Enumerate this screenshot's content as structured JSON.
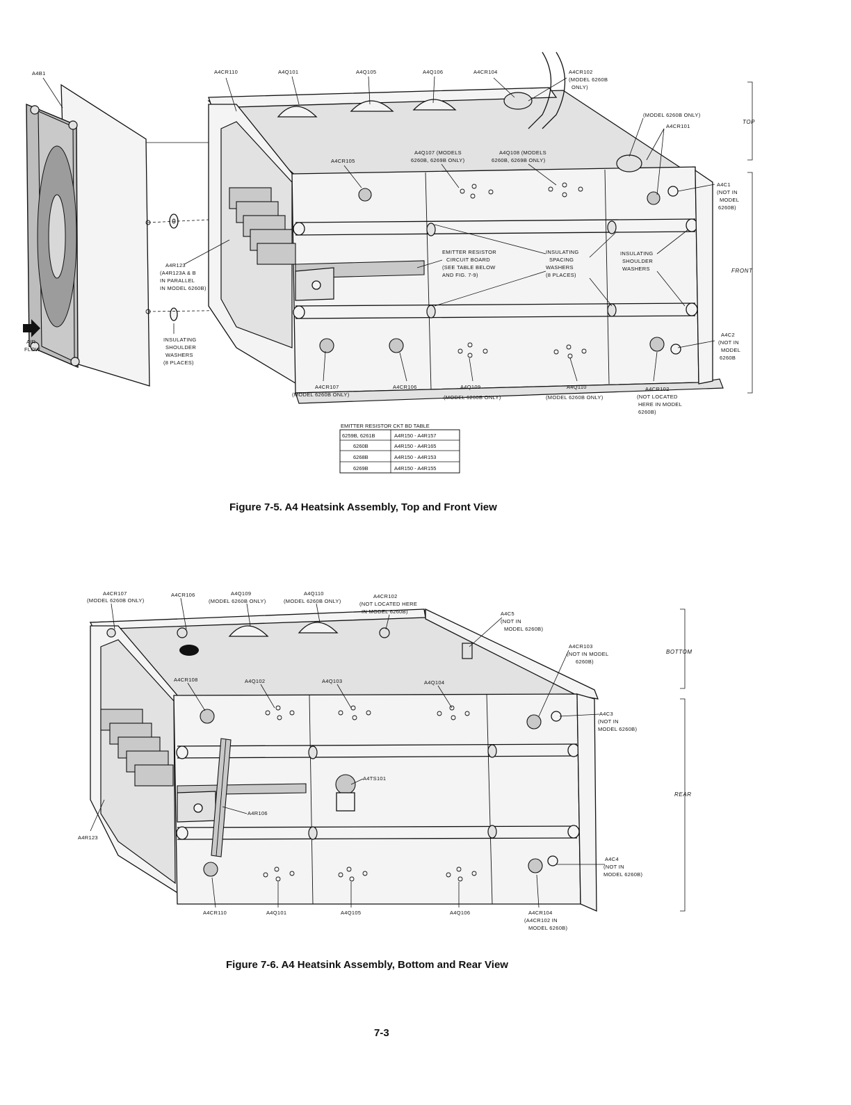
{
  "figure_5": {
    "caption": "Figure 7-5. A4 Heatsink Assembly, Top and Front View",
    "labels": {
      "a4b1": "A4B1",
      "a4cr110": "A4CR110",
      "a4q101": "A4Q101",
      "a4q105": "A4Q105",
      "a4q106": "A4Q106",
      "a4cr104": "A4CR104",
      "a4cr102_l1": "A4CR102",
      "a4cr102_l2": "(MODEL 6260B",
      "a4cr102_l3": "ONLY)",
      "model6260b_only": "(MODEL 6260B ONLY)",
      "a4cr101": "A4CR101",
      "a4q107_l1": "A4Q107 (MODELS",
      "a4q107_l2": "6260B, 6269B ONLY)",
      "a4q108_l1": "A4Q108 (MODELS",
      "a4q108_l2": "6260B, 6269B ONLY)",
      "a4cr105": "A4CR105",
      "a4c1_l1": "A4C1",
      "a4c1_l2": "(NOT IN",
      "a4c1_l3": "MODEL",
      "a4c1_l4": "6260B)",
      "emitter_l1": "EMITTER RESISTOR",
      "emitter_l2": "CIRCUIT BOARD",
      "emitter_l3": "(SEE TABLE BELOW",
      "emitter_l4": "AND FIG. 7-9)",
      "insul_spacing_l1": "INSULATING",
      "insul_spacing_l2": "SPACING",
      "insul_spacing_l3": "WASHERS",
      "insul_spacing_l4": "(8 PLACES)",
      "insul_shoulder_r_l1": "INSULATING",
      "insul_shoulder_r_l2": "SHOULDER",
      "insul_shoulder_r_l3": "WASHERS",
      "a4r123_l1": "A4R123",
      "a4r123_l2": "(A4R123A & B",
      "a4r123_l3": "IN PARALLEL",
      "a4r123_l4": "IN MODEL 6260B)",
      "airflow_l1": "AIR",
      "airflow_l2": "FLOW",
      "insul_shoulder_l_l1": "INSULATING",
      "insul_shoulder_l_l2": "SHOULDER",
      "insul_shoulder_l_l3": "WASHERS",
      "insul_shoulder_l_l4": "(8 PLACES)",
      "a4cr107_l1": "A4CR107",
      "a4cr107_l2": "(MODEL 6260B ONLY)",
      "a4cr106": "A4CR106",
      "a4q109_l1": "A4Q109",
      "a4q109_l2": "(MODEL 6260B ONLY)",
      "a4q110_l1": "A4Q110",
      "a4q110_l2": "(MODEL 6260B ONLY)",
      "a4cr102b_l1": "A4CR102",
      "a4cr102b_l2": "(NOT LOCATED",
      "a4cr102b_l3": "HERE IN MODEL",
      "a4cr102b_l4": "6260B)",
      "a4c2_l1": "A4C2",
      "a4c2_l2": "(NOT IN",
      "a4c2_l3": "MODEL",
      "a4c2_l4": "6260B",
      "side_top": "TOP",
      "side_front": "FRONT"
    },
    "table": {
      "title": "EMITTER RESISTOR CKT BD TABLE",
      "rows": [
        [
          "6259B, 6261B",
          "A4R150 - A4R157"
        ],
        [
          "6260B",
          "A4R150 - A4R165"
        ],
        [
          "6268B",
          "A4R150 - A4R153"
        ],
        [
          "6269B",
          "A4R150 - A4R155"
        ]
      ]
    }
  },
  "figure_6": {
    "caption": "Figure 7-6. A4 Heatsink Assembly, Bottom and Rear View",
    "labels": {
      "a4cr107_l1": "A4CR107",
      "a4cr107_l2": "(MODEL 6260B ONLY)",
      "a4cr106": "A4CR106",
      "a4q109_l1": "A4Q109",
      "a4q109_l2": "(MODEL 6260B ONLY)",
      "a4q110_l1": "A4Q110",
      "a4q110_l2": "(MODEL 6260B ONLY)",
      "a4cr102_l1": "A4CR102",
      "a4cr102_l2": "(NOT LOCATED HERE",
      "a4cr102_l3": "IN MODEL 6260B)",
      "a4c5_l1": "A4C5",
      "a4c5_l2": "(NOT IN",
      "a4c5_l3": "MODEL 6260B)",
      "a4cr103_l1": "A4CR103",
      "a4cr103_l2": "(NOT IN MODEL",
      "a4cr103_l3": "6260B)",
      "a4cr108": "A4CR108",
      "a4q102": "A4Q102",
      "a4q103": "A4Q103",
      "a4q104": "A4Q104",
      "a4c3_l1": "A4C3",
      "a4c3_l2": "(NOT IN",
      "a4c3_l3": "MODEL 6260B)",
      "a4ts101": "A4TS101",
      "a4r106": "A4R106",
      "a4r123": "A4R123",
      "a4c4_l1": "A4C4",
      "a4c4_l2": "(NOT IN",
      "a4c4_l3": "MODEL 6260B)",
      "a4cr110": "A4CR110",
      "a4q101": "A4Q101",
      "a4q105": "A4Q105",
      "a4q106": "A4Q106",
      "a4cr104_l1": "A4CR104",
      "a4cr104_l2": "(A4CR102 IN",
      "a4cr104_l3": "MODEL 6260B)",
      "side_bottom": "BOTTOM",
      "side_rear": "REAR"
    }
  },
  "page_number": "7-3"
}
